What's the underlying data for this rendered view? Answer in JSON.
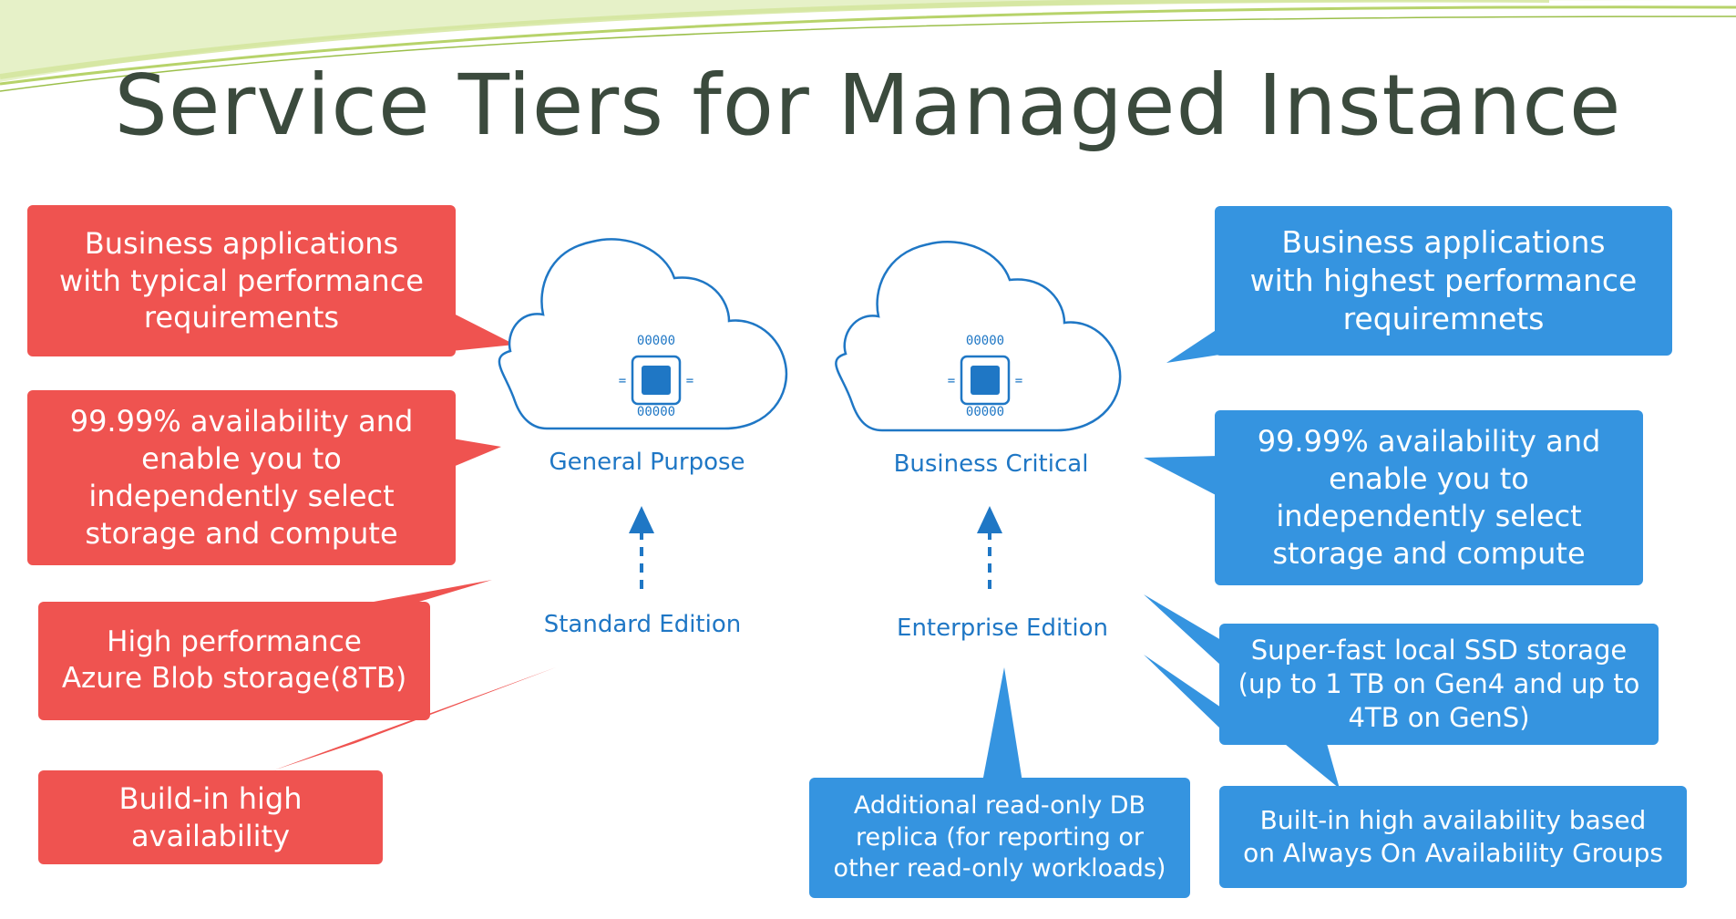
{
  "title": "Service Tiers for Managed Instance",
  "colors": {
    "left_accent": "#ef5350",
    "right_accent": "#3594e0",
    "label": "#1f77c5"
  },
  "tiers": {
    "general": {
      "name": "General Purpose",
      "edition": "Standard Edition",
      "icon": "cloud-chip-icon"
    },
    "business": {
      "name": "Business Critical",
      "edition": "Enterprise Edition",
      "icon": "cloud-chip-icon"
    }
  },
  "left_callouts": [
    "Business applications\nwith typical performance\nrequirements",
    "99.99% availability and\nenable you to\nindependently select\nstorage and compute",
    "High performance\nAzure Blob storage(8TB)",
    "Build-in high\navailability"
  ],
  "right_callouts": [
    "Business applications\nwith highest performance\nrequiremnets",
    "99.99% availability and\nenable you to\nindependently select\nstorage and compute",
    "Super-fast local SSD storage\n(up to 1 TB on Gen4 and up to\n4TB on GenS)",
    "Built-in high availability based\non Always On Availability Groups"
  ],
  "bottom_callout": "Additional read-only DB\nreplica (for reporting or\nother read-only workloads)"
}
